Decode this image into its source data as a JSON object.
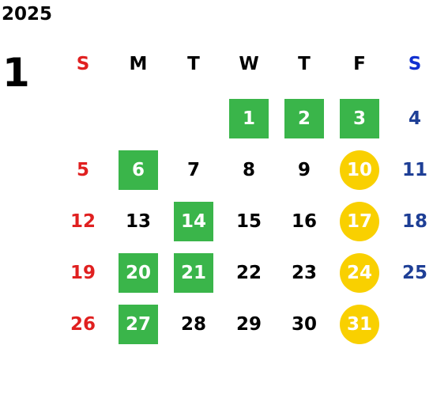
{
  "calendar": {
    "year": "2025",
    "month": "1",
    "weekdays": [
      "S",
      "M",
      "T",
      "W",
      "T",
      "F",
      "S"
    ],
    "first_weekday_index": 3,
    "days": [
      {
        "label": "1",
        "mark": "green"
      },
      {
        "label": "2",
        "mark": "green"
      },
      {
        "label": "3",
        "mark": "green"
      },
      {
        "label": "4",
        "mark": "none"
      },
      {
        "label": "5",
        "mark": "none"
      },
      {
        "label": "6",
        "mark": "green"
      },
      {
        "label": "7",
        "mark": "none"
      },
      {
        "label": "8",
        "mark": "none"
      },
      {
        "label": "9",
        "mark": "none"
      },
      {
        "label": "10",
        "mark": "yellow"
      },
      {
        "label": "11",
        "mark": "none"
      },
      {
        "label": "12",
        "mark": "none"
      },
      {
        "label": "13",
        "mark": "none"
      },
      {
        "label": "14",
        "mark": "green"
      },
      {
        "label": "15",
        "mark": "none"
      },
      {
        "label": "16",
        "mark": "none"
      },
      {
        "label": "17",
        "mark": "yellow"
      },
      {
        "label": "18",
        "mark": "none"
      },
      {
        "label": "19",
        "mark": "none"
      },
      {
        "label": "20",
        "mark": "green"
      },
      {
        "label": "21",
        "mark": "green"
      },
      {
        "label": "22",
        "mark": "none"
      },
      {
        "label": "23",
        "mark": "none"
      },
      {
        "label": "24",
        "mark": "yellow"
      },
      {
        "label": "25",
        "mark": "none"
      },
      {
        "label": "26",
        "mark": "none"
      },
      {
        "label": "27",
        "mark": "green"
      },
      {
        "label": "28",
        "mark": "none"
      },
      {
        "label": "29",
        "mark": "none"
      },
      {
        "label": "30",
        "mark": "none"
      },
      {
        "label": "31",
        "mark": "yellow"
      }
    ]
  },
  "colors": {
    "green_mark": "#3ab54a",
    "yellow_mark": "#f9d000",
    "sunday": "#e02020",
    "saturday": "#1e3f96",
    "saturday_header": "#1030d0"
  }
}
